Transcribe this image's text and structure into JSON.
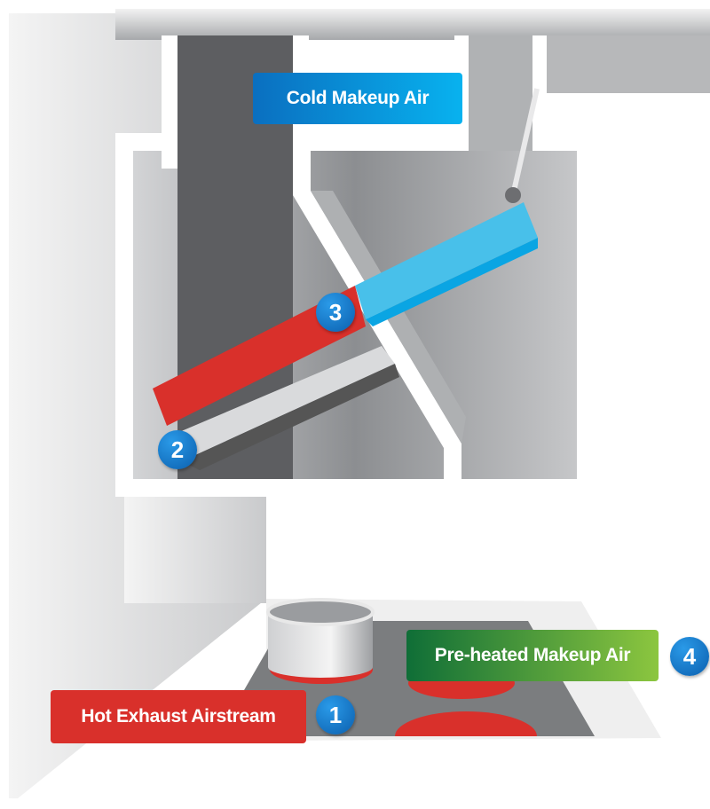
{
  "labels": {
    "cold_makeup_air": "Cold Makeup Air",
    "preheated_makeup_air": "Pre-heated Makeup Air",
    "hot_exhaust_airstream": "Hot Exhaust Airstream"
  },
  "badges": [
    "1",
    "2",
    "3",
    "4"
  ],
  "colors": {
    "hot": "#d9302b",
    "cold": "#48c0ea",
    "preheated": "#3a9a3f",
    "badge": "#0b6fc2"
  }
}
